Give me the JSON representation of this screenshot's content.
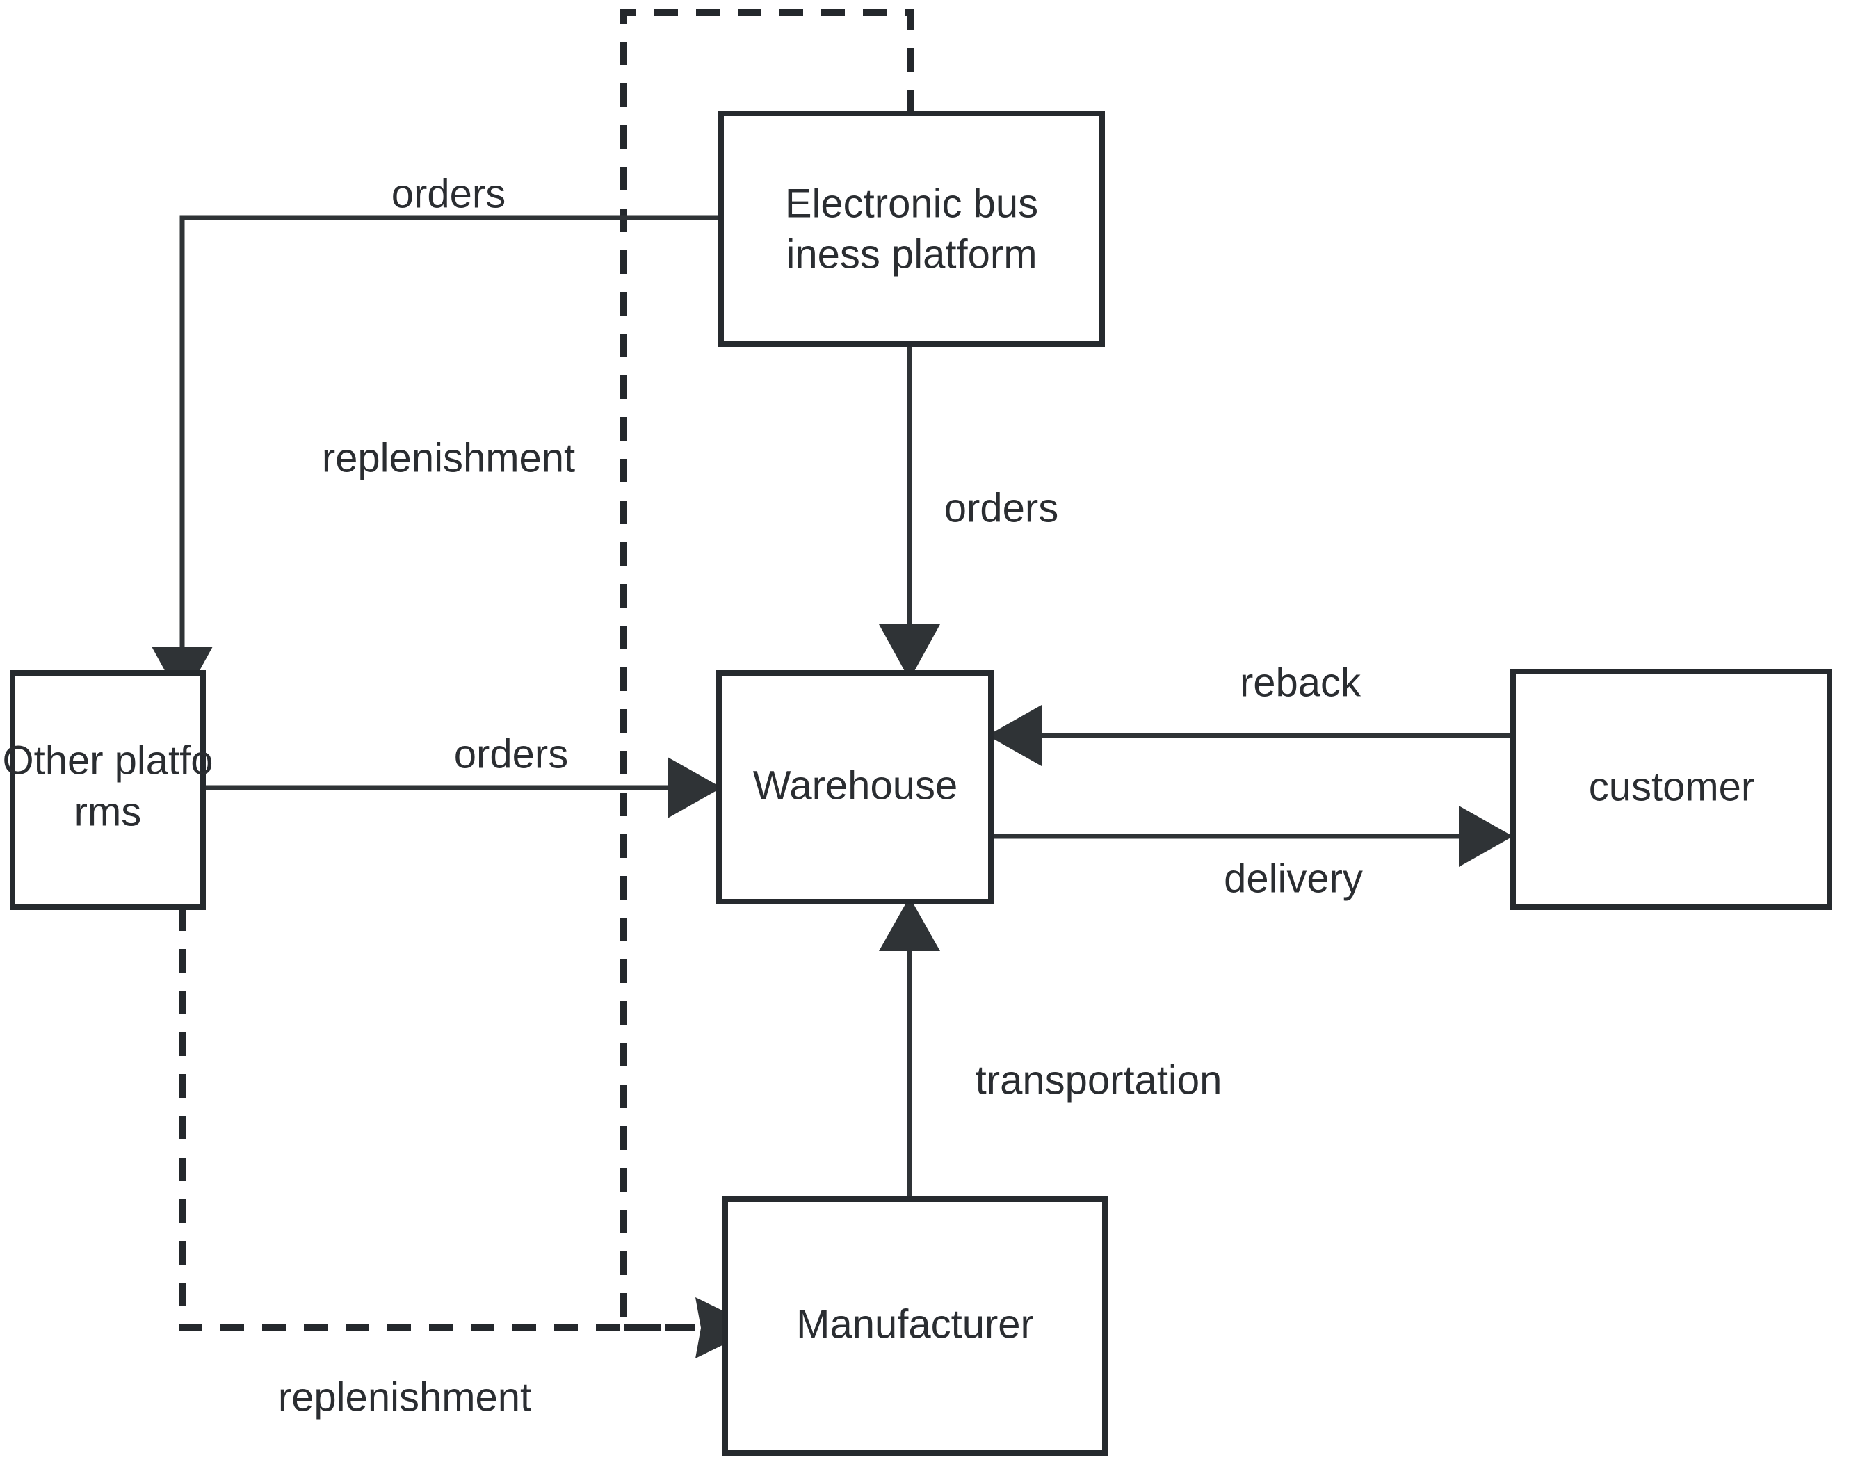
{
  "diagram": {
    "type": "flowchart",
    "title": "",
    "background_color": "#ffffff",
    "line_color": "#2f3336",
    "text_color": "#2a2d31",
    "nodes": [
      {
        "id": "electronic-business-platform",
        "label_line1": "Electronic bus",
        "label_line2": "iness platform",
        "full_label": "Electronic business platform"
      },
      {
        "id": "other-platforms",
        "label_line1": "Other platfo",
        "label_line2": "rms",
        "full_label": "Other platforms"
      },
      {
        "id": "warehouse",
        "label_line1": "Warehouse",
        "label_line2": "",
        "full_label": "Warehouse"
      },
      {
        "id": "customer",
        "label_line1": "customer",
        "label_line2": "",
        "full_label": "customer"
      },
      {
        "id": "manufacturer",
        "label_line1": "Manufacturer",
        "label_line2": "",
        "full_label": "Manufacturer"
      }
    ],
    "edges": [
      {
        "id": "ebp-to-other-platforms",
        "label": "orders",
        "style": "solid",
        "from": "electronic-business-platform",
        "to": "other-platforms"
      },
      {
        "id": "ebp-replenishment",
        "label": "replenishment",
        "style": "dashed",
        "from": "electronic-business-platform",
        "to": "manufacturer"
      },
      {
        "id": "ebp-to-warehouse",
        "label": "orders",
        "style": "solid",
        "from": "electronic-business-platform",
        "to": "warehouse"
      },
      {
        "id": "other-platforms-to-warehouse",
        "label": "orders",
        "style": "solid",
        "from": "other-platforms",
        "to": "warehouse"
      },
      {
        "id": "customer-to-warehouse",
        "label": "reback",
        "style": "solid",
        "from": "customer",
        "to": "warehouse"
      },
      {
        "id": "warehouse-to-customer",
        "label": "delivery",
        "style": "solid",
        "from": "warehouse",
        "to": "customer"
      },
      {
        "id": "manufacturer-to-warehouse",
        "label": "transportation",
        "style": "solid",
        "from": "manufacturer",
        "to": "warehouse"
      },
      {
        "id": "other-platforms-replenishment",
        "label": "replenishment",
        "style": "dashed",
        "from": "other-platforms",
        "to": "manufacturer"
      }
    ]
  }
}
